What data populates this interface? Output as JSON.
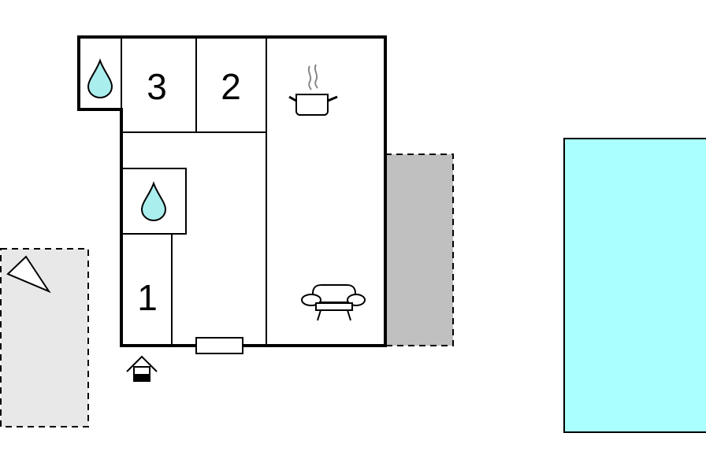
{
  "rooms": [
    {
      "key": "bedroom_3",
      "label": "3"
    },
    {
      "key": "bedroom_2",
      "label": "2"
    },
    {
      "key": "bedroom_1",
      "label": "1"
    }
  ],
  "icons": {
    "bathroom_icon": "water-drop-icon",
    "bathroom2_icon": "water-drop-icon",
    "kitchen_icon": "cooking-pot-icon",
    "living_icon": "sofa-icon",
    "entrance_icon": "entrance-house-icon",
    "garden_icon": "sunlounger-icon"
  },
  "colors": {
    "pool": "#aaffff",
    "terrace": "#c0c0c0",
    "garden": "#e8e8e8",
    "water_drop": "#aaeeee",
    "walls": "#000000"
  }
}
